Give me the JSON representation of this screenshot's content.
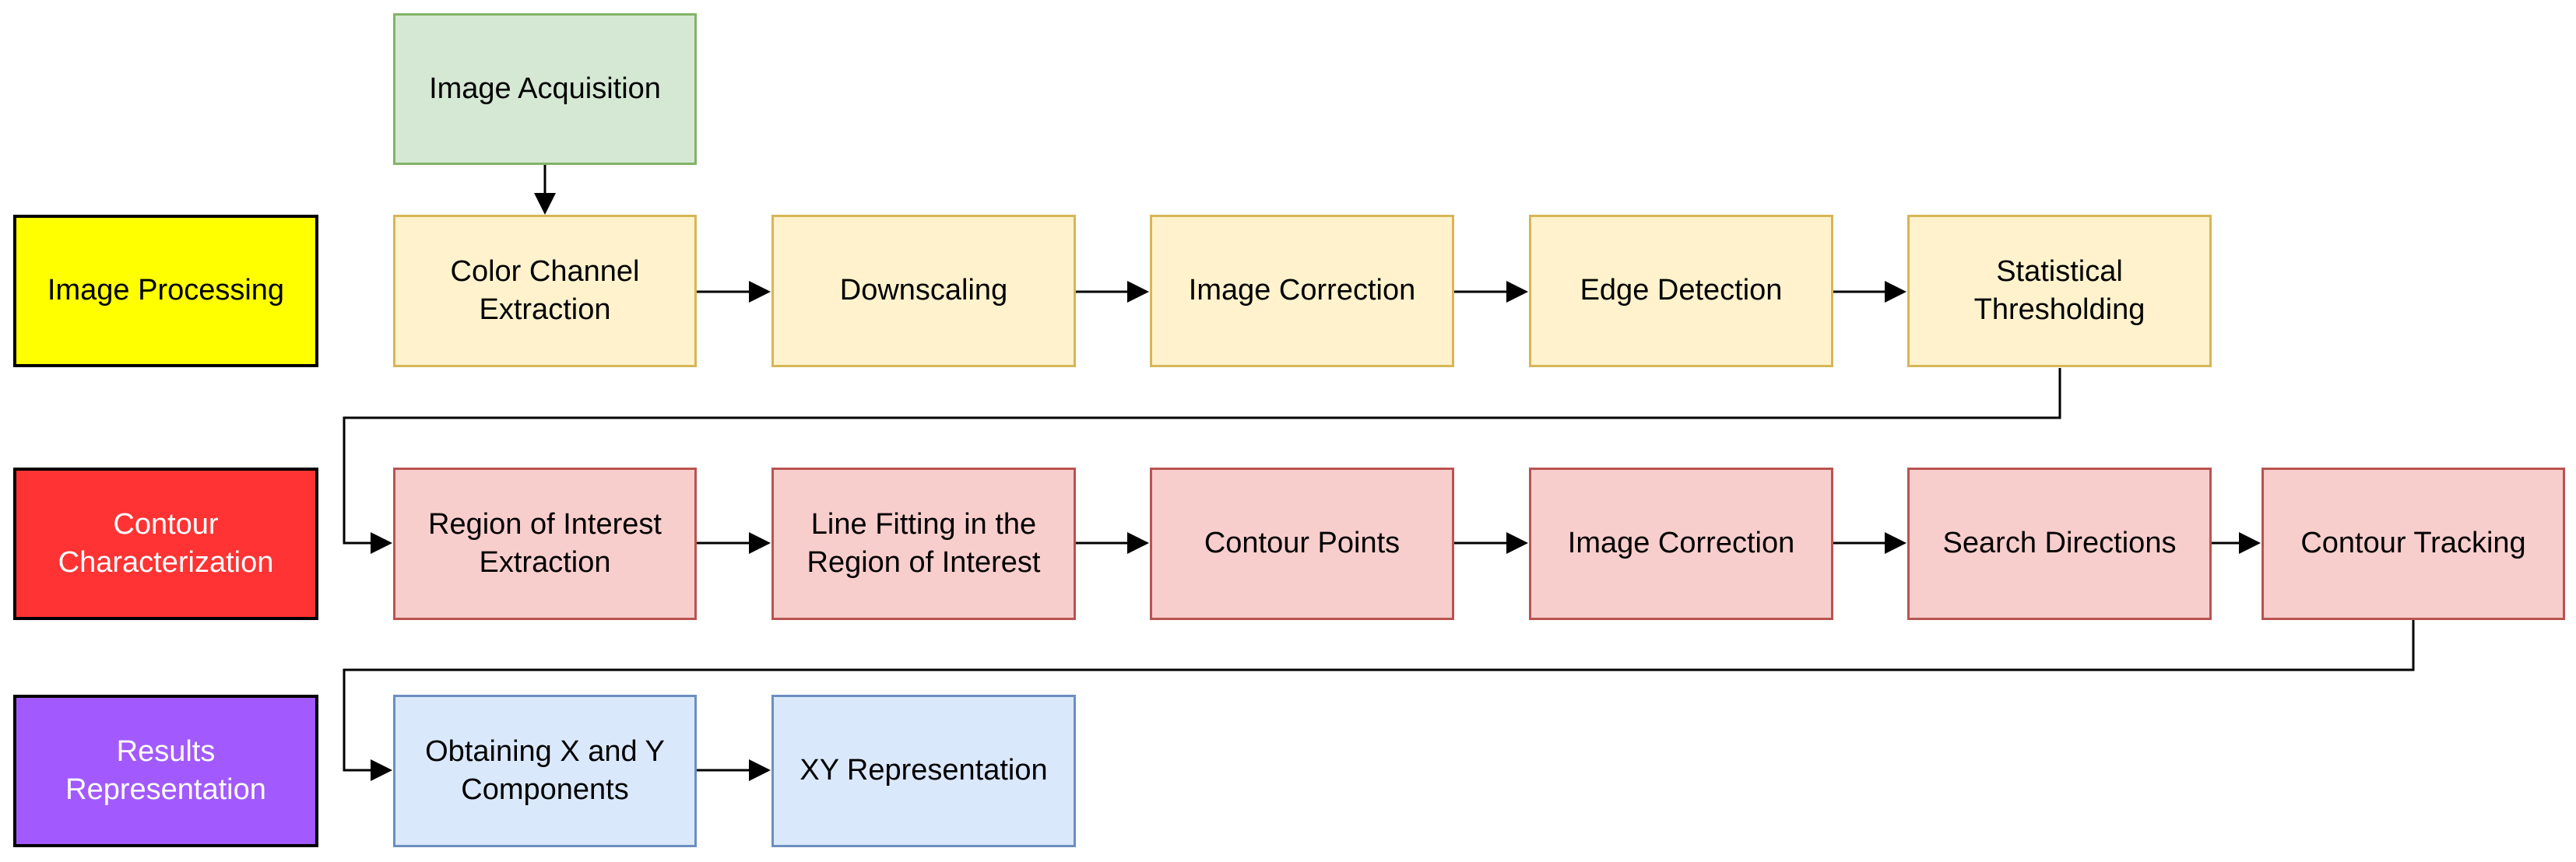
{
  "diagram": {
    "lanes": {
      "image_processing": "Image Processing",
      "contour_characterization": "Contour\nCharacterization",
      "results_representation": "Results\nRepresentation"
    },
    "nodes": {
      "image_acquisition": "Image Acquisition",
      "color_channel_extraction": "Color Channel\nExtraction",
      "downscaling": "Downscaling",
      "image_correction_1": "Image Correction",
      "edge_detection": "Edge Detection",
      "statistical_thresholding": "Statistical\nThresholding",
      "roi_extraction": "Region of Interest\nExtraction",
      "line_fitting": "Line Fitting in the\nRegion of Interest",
      "contour_points": "Contour Points",
      "image_correction_2": "Image Correction",
      "search_directions": "Search Directions",
      "contour_tracking": "Contour Tracking",
      "obtaining_xy": "Obtaining X and Y\nComponents",
      "xy_representation": "XY Representation"
    },
    "colors": {
      "image_processing_lane": "#ffff00",
      "contour_characterization_lane": "#ff3333",
      "results_representation_lane": "#a25aff",
      "acquisition_fill": "#d5e8d4",
      "processing_fill": "#fff2cc",
      "contour_fill": "#f8cecc",
      "results_fill": "#dae8fc"
    }
  }
}
